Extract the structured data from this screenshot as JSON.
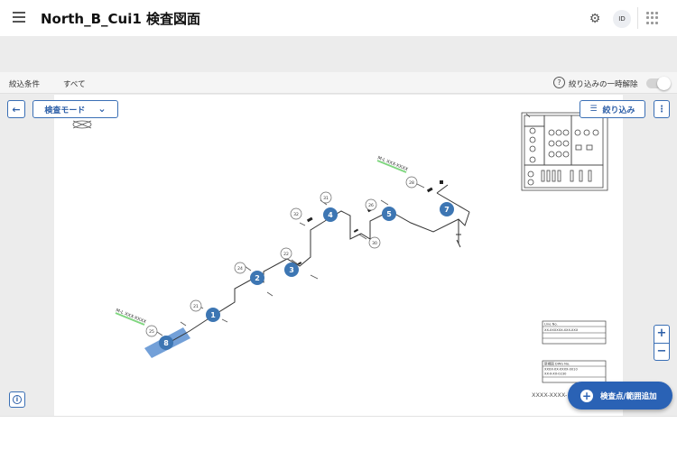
{
  "app": {
    "title": "North_B_Cui1 検査図面"
  },
  "header": {
    "avatar_initials": "ID",
    "icons": [
      "menu-icon",
      "gear-icon",
      "apps-grid-icon"
    ]
  },
  "filter_bar": {
    "label": "絞込条件",
    "value": "すべて",
    "pause_label": "絞り込みの一時解除",
    "pause_enabled": false
  },
  "toolbar": {
    "back_icon": "←",
    "mode_label": "検査モード",
    "mode_chevron": "⌄",
    "narrow_label": "絞り込み",
    "narrow_icon": "☰",
    "more_icon": "⋮"
  },
  "zoom": {
    "plus": "+",
    "minus": "−"
  },
  "info_icon": "i",
  "fab": {
    "label": "検査点/範囲追加",
    "icon": "+"
  },
  "drawing": {
    "markers": [
      "1",
      "2",
      "3",
      "4",
      "5",
      "7",
      "8"
    ],
    "callouts": [
      "21",
      "24",
      "22",
      "32",
      "31",
      "26",
      "30",
      "28",
      "25"
    ],
    "line_labels": [
      "M-L XXX-XXXX",
      "M-L XXX-XXXX"
    ],
    "title_block": {
      "line_no_label": "Line No.",
      "line_no_value": "XX-XXXXXX-XXX-XXX",
      "drawing_label": "新規図 DWG No.",
      "drawing_value_1": "XXXX-XX-XXXX-0010",
      "drawing_value_2": "XX-X-XX-0230",
      "footer": "XXXX-XXXX-"
    }
  },
  "colors": {
    "accent": "#2a62b5",
    "marker": "#3d76b3",
    "highlight": "#5b8fd1"
  }
}
